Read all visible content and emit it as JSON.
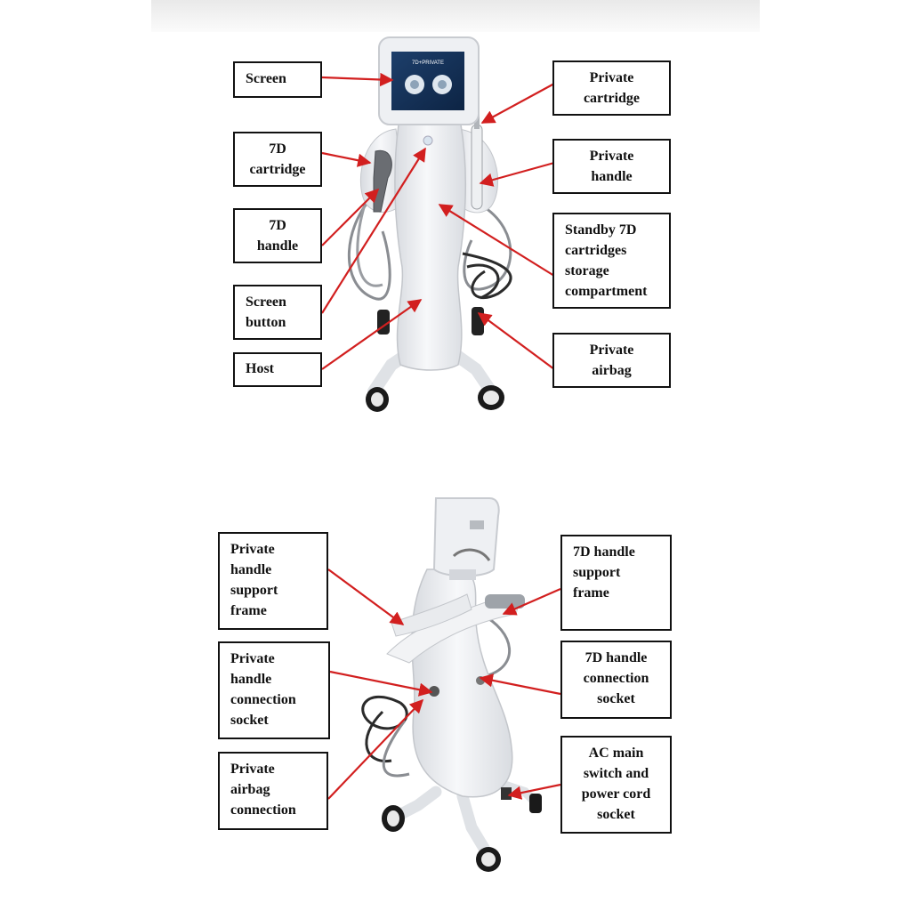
{
  "screen_text": "7D+PRIVATE",
  "colors": {
    "arrow": "#d21f1f",
    "border": "#111111",
    "machine": "#eceef1"
  },
  "top_diagram": {
    "labels": {
      "screen": "Screen",
      "cartridge_7d": "7D\ncartridge",
      "handle_7d": "7D\nhandle",
      "screen_button": "Screen\nbutton",
      "host": "Host",
      "private_cartridge": "Private\ncartridge",
      "private_handle": "Private\nhandle",
      "standby": "Standby 7D\ncartridges\nstorage\ncompartment",
      "private_airbag": "Private\nairbag"
    }
  },
  "bottom_diagram": {
    "labels": {
      "private_handle_support": "Private\nhandle\nsupport\nframe",
      "private_handle_socket": "Private\nhandle\nconnection\nsocket",
      "private_airbag_connection": "Private\nairbag\nconnection",
      "handle_7d_support": "7D handle\nsupport\nframe",
      "handle_7d_socket": "7D handle\nconnection\nsocket",
      "ac_main": "AC main\nswitch and\npower cord\nsocket"
    }
  }
}
